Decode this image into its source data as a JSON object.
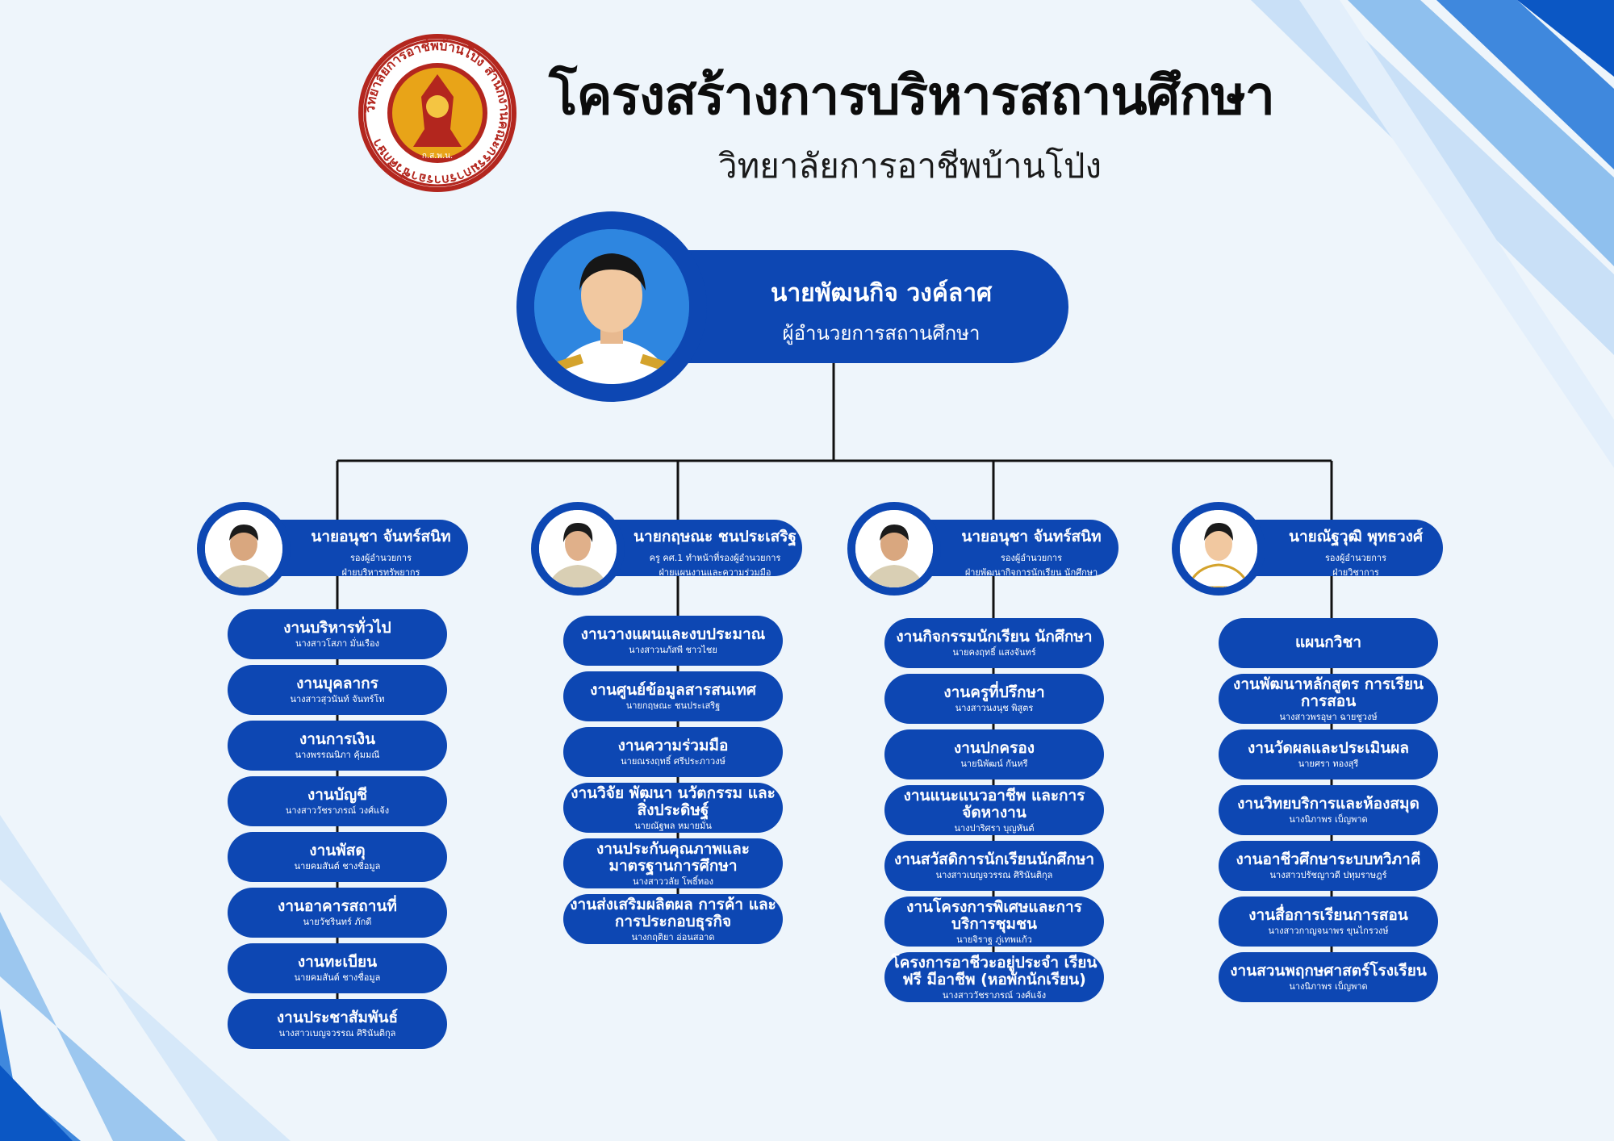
{
  "header": {
    "title": "โครงสร้างการบริหารสถานศึกษา",
    "subtitle": "วิทยาลัยการอาชีพบ้านโป่ง"
  },
  "logo": {
    "ring_text": "วิทยาลัยการอาชีพบ้านโป่ง สำนักงานคณะกรรมการการอาชีวศึกษา",
    "center_text": "ก.ส.พ.น."
  },
  "colors": {
    "pill": "#0d47b3",
    "background": "#eef5fb",
    "line": "#111111"
  },
  "director": {
    "name": "นายพัฒนกิจ วงค์ลาศ",
    "role": "ผู้อำนวยการสถานศึกษา"
  },
  "divisions": [
    {
      "name": "นายอนุชา จันทร์สนิท",
      "role": "รองผู้อำนวยการ",
      "division": "ฝ่ายบริหารทรัพยากร",
      "tasks": [
        {
          "title": "งานบริหารทั่วไป",
          "person": "นางสาวโสภา มั่นเรือง"
        },
        {
          "title": "งานบุคลากร",
          "person": "นางสาวสุวนันท์ จันทร์โท"
        },
        {
          "title": "งานการเงิน",
          "person": "นางพรรณนิภา คุ้มมณี"
        },
        {
          "title": "งานบัญชี",
          "person": "นางสาววัชราภรณ์ วงศ์แจ้ง"
        },
        {
          "title": "งานพัสดุ",
          "person": "นายคมสันต์ ชางชื่อมูล"
        },
        {
          "title": "งานอาคารสถานที่",
          "person": "นายวัชรินทร์ ภักดี"
        },
        {
          "title": "งานทะเบียน",
          "person": "นายคมสันต์ ชางชื่อมูล"
        },
        {
          "title": "งานประชาสัมพันธ์",
          "person": "นางสาวเบญจวรรณ ศิรินันติกุล"
        }
      ]
    },
    {
      "name": "นายกฤษณะ ชนประเสริฐ",
      "role": "ครู คศ.1 ทำหน้าที่รองผู้อำนวยการ",
      "division": "ฝ่ายแผนงานและความร่วมมือ",
      "tasks": [
        {
          "title": "งานวางแผนและงบประมาณ",
          "person": "นางสาวนภัสพี ชาวไชย"
        },
        {
          "title": "งานศูนย์ข้อมูลสารสนเทศ",
          "person": "นายกฤษณะ ชนประเสริฐ"
        },
        {
          "title": "งานความร่วมมือ",
          "person": "นายณรงฤทธิ์ ศรีประภาวงษ์"
        },
        {
          "title": "งานวิจัย พัฒนา นวัตกรรม และสิ่งประดิษฐ์",
          "person": "นายณัฐพล หมายมั่น"
        },
        {
          "title": "งานประกันคุณภาพและ มาตรฐานการศึกษา",
          "person": "นางสาววลัย โพธิ์ทอง"
        },
        {
          "title": "งานส่งเสริมผลิตผล การค้า และการประกอบธุรกิจ",
          "person": "นางกฤติยา อ่อนสอาด"
        }
      ]
    },
    {
      "name": "นายอนุชา จันทร์สนิท",
      "role": "รองผู้อำนวยการ",
      "division": "ฝ่ายพัฒนากิจการนักเรียน นักศึกษา",
      "tasks": [
        {
          "title": "งานกิจกรรมนักเรียน นักศึกษา",
          "person": "นายคงฤทธิ์ แสงจันทร์"
        },
        {
          "title": "งานครูที่ปรึกษา",
          "person": "นางสาวนงนุช พิสูตร"
        },
        {
          "title": "งานปกครอง",
          "person": "นายนิพัฒน์ กันหรี"
        },
        {
          "title": "งานแนะแนวอาชีพ และการจัดหางาน",
          "person": "นางปาริศรา บุญหันต์"
        },
        {
          "title": "งานสวัสดิการนักเรียนนักศึกษา",
          "person": "นางสาวเบญจวรรณ ศิรินันติกุล"
        },
        {
          "title": "งานโครงการพิเศษและการ บริการชุมชน",
          "person": "นายจิราฐ ภู่เทพแก้ว"
        },
        {
          "title": "โครงการอาชีวะอยู่ประจำ เรียนฟรี มีอาชีพ (หอพักนักเรียน)",
          "person": "นางสาววัชราภรณ์ วงศ์แจ้ง"
        }
      ]
    },
    {
      "name": "นายณัฐวุฒิ พุทธวงศ์",
      "role": "รองผู้อำนวยการ",
      "division": "ฝ่ายวิชาการ",
      "tasks": [
        {
          "title": "แผนกวิชา",
          "person": ""
        },
        {
          "title": "งานพัฒนาหลักสูตร การเรียนการสอน",
          "person": "นางสาวพรอุษา ฉายชูวงษ์"
        },
        {
          "title": "งานวัดผลและประเมินผล",
          "person": "นายศรา ทองสุรี"
        },
        {
          "title": "งานวิทยบริการและห้องสมุด",
          "person": "นางนิภาพร เบ็ญพาด"
        },
        {
          "title": "งานอาชีวศึกษาระบบทวิภาคี",
          "person": "นางสาวปรัชญาวดี ปทุมราษฎร์"
        },
        {
          "title": "งานสื่อการเรียนการสอน",
          "person": "นางสาวกาญจนาพร ขุนไกรวงษ์"
        },
        {
          "title": "งานสวนพฤกษศาสตร์โรงเรียน",
          "person": "นางนิภาพร เบ็ญพาด"
        }
      ]
    }
  ]
}
